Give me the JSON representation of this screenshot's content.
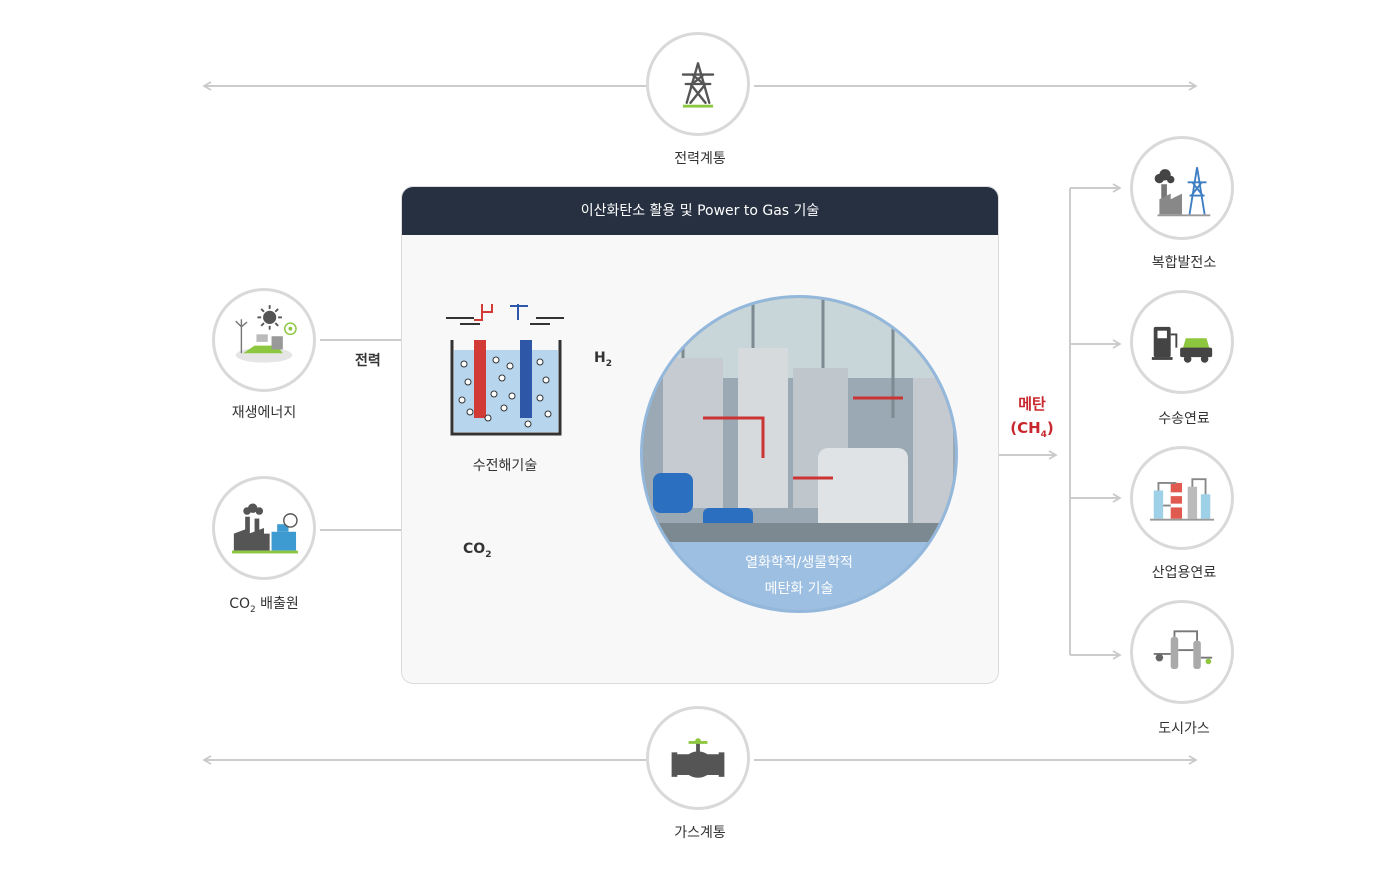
{
  "panel": {
    "title": "이산화탄소 활용 및 Power to Gas 기술"
  },
  "grid": {
    "power": "전력계통",
    "gas": "가스계통"
  },
  "sources": {
    "renewable": "재생에너지",
    "co2_source_prefix": "CO",
    "co2_source_sub": "2",
    "co2_source_suffix": " 배출원"
  },
  "flows": {
    "power": "전력",
    "h2_main": "H",
    "h2_sub": "2",
    "co2_main": "CO",
    "co2_sub": "2"
  },
  "electrolysis": {
    "label": "수전해기술"
  },
  "methanation": {
    "line1": "열화학적/생물학적",
    "line2": "메탄화 기술"
  },
  "output": {
    "line1": "메탄",
    "line2_prefix": "(CH",
    "line2_sub": "4",
    "line2_suffix": ")"
  },
  "uses": [
    "복합발전소",
    "수송연료",
    "산업용연료",
    "도시가스"
  ],
  "colors": {
    "panel_header": "#263041",
    "methane_red": "#c8282d",
    "reactor_blue": "#9dbfe1",
    "line_gray": "#cccccc",
    "accent_green": "#8dc63f"
  }
}
